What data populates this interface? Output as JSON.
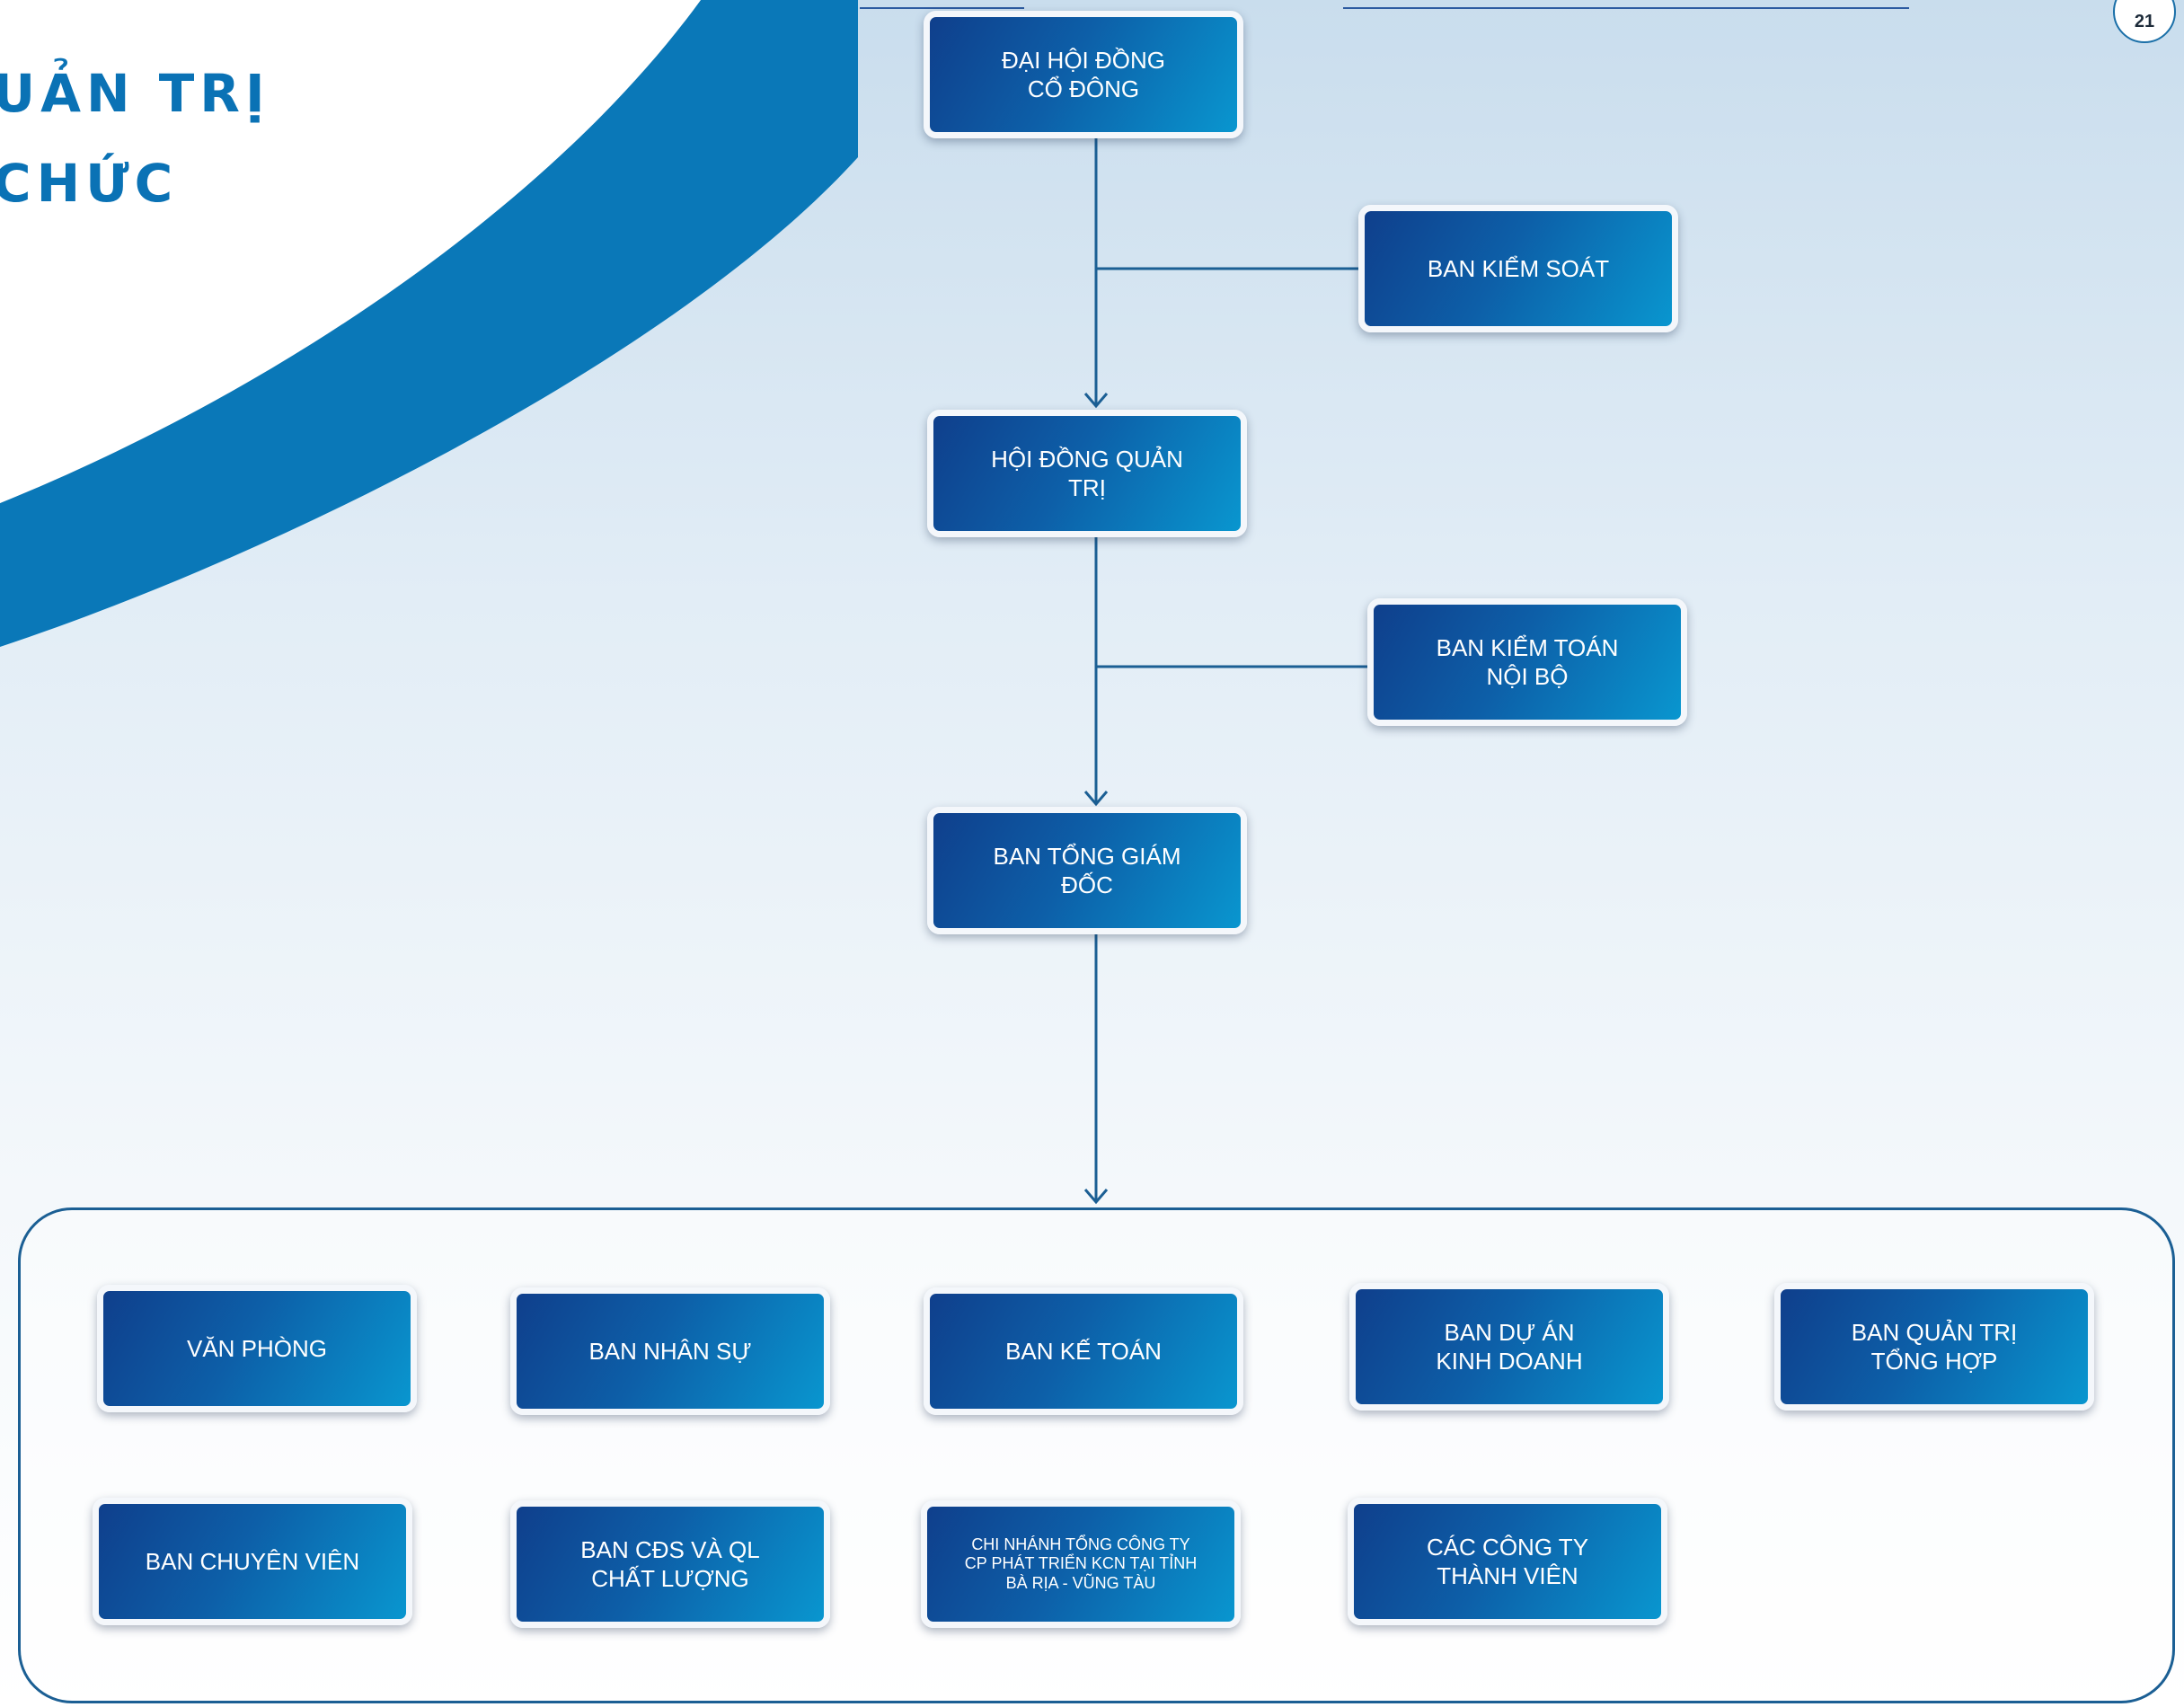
{
  "page": {
    "title_lines": [
      "UẢN TRỊ",
      "CHỨC"
    ],
    "page_number": "21"
  },
  "colors": {
    "accent": "#0a72b5",
    "node_dark": "#0f3f8c",
    "node_light": "#0996cf",
    "connector": "#1b5f94"
  },
  "nodes": {
    "dhdcd": "ĐẠI HỘI ĐỒNG\nCỔ ĐÔNG",
    "bks": "BAN KIỂM SOÁT",
    "hdqt": "HỘI ĐỒNG QUẢN\nTRỊ",
    "bktnb": "BAN KIỂM TOÁN\nNỘI BỘ",
    "btgd": "BAN TỔNG GIÁM\nĐỐC"
  },
  "departments": [
    "VĂN PHÒNG",
    "BAN NHÂN SỰ",
    "BAN KẾ TOÁN",
    "BAN DỰ ÁN\nKINH DOANH",
    "BAN QUẢN TRỊ\nTỔNG HỢP",
    "BAN CHUYÊN VIÊN",
    "BAN CĐS VÀ QL\nCHẤT LƯỢNG",
    "CHI NHÁNH TỔNG CÔNG TY\nCP PHÁT TRIỂN KCN TẠI TỈNH\nBÀ RỊA - VŨNG TÀU",
    "CÁC CÔNG TY\nTHÀNH VIÊN"
  ]
}
